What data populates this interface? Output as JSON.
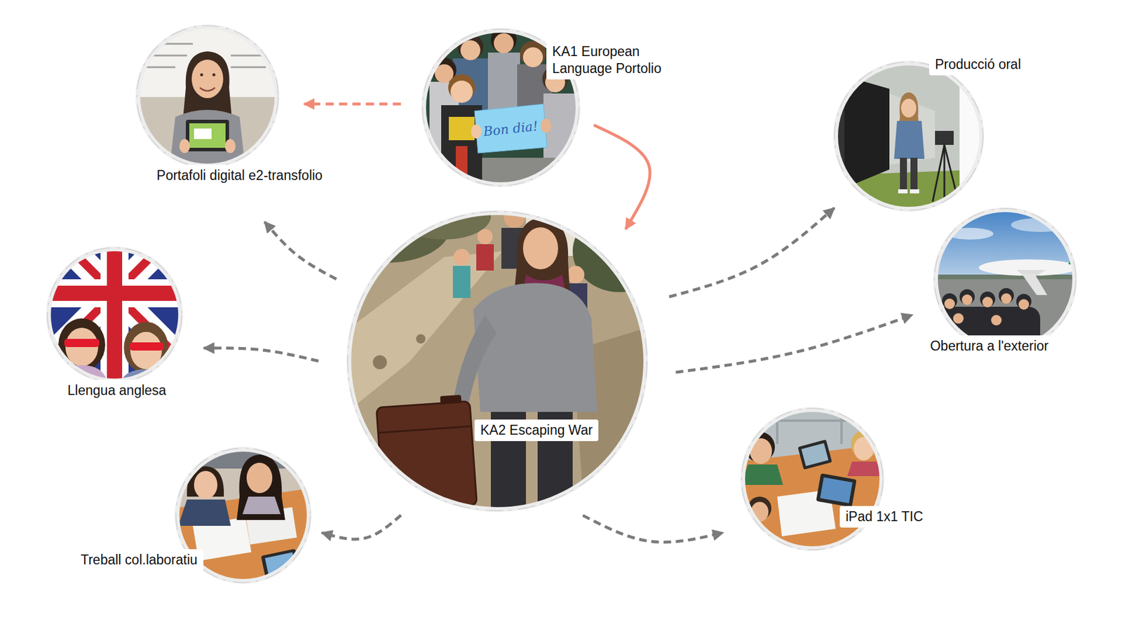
{
  "diagram": {
    "nodes": [
      {
        "text": [
          "Portafoli digital e2-transfolio"
        ]
      },
      {
        "text": [
          "KA1 European Language Portolio"
        ]
      },
      {
        "text": [
          "Producció oral"
        ]
      },
      {
        "text": [
          "Llengua anglesa"
        ]
      },
      {
        "text": [
          "KA2 Escaping War"
        ]
      },
      {
        "text": [
          "Obertura a l'exterior"
        ]
      },
      {
        "text": [
          "Treball col.laboratiu"
        ]
      },
      {
        "text": [
          "iPad 1x1 TIC"
        ]
      }
    ],
    "edges": [
      {
        "from": 1,
        "to": 0,
        "arrow": "to"
      },
      {
        "from": 1,
        "to": 4,
        "arrow": "to"
      },
      {
        "from": 4,
        "to": 0,
        "arrow": "to"
      },
      {
        "from": 4,
        "to": 3,
        "arrow": "to"
      },
      {
        "from": 4,
        "to": 6,
        "arrow": "to"
      },
      {
        "from": 4,
        "to": 7,
        "arrow": "to"
      },
      {
        "from": 4,
        "to": 5,
        "arrow": "to"
      },
      {
        "from": 4,
        "to": 2,
        "arrow": "to"
      }
    ],
    "labels": [
      "Bon dia!"
    ]
  }
}
